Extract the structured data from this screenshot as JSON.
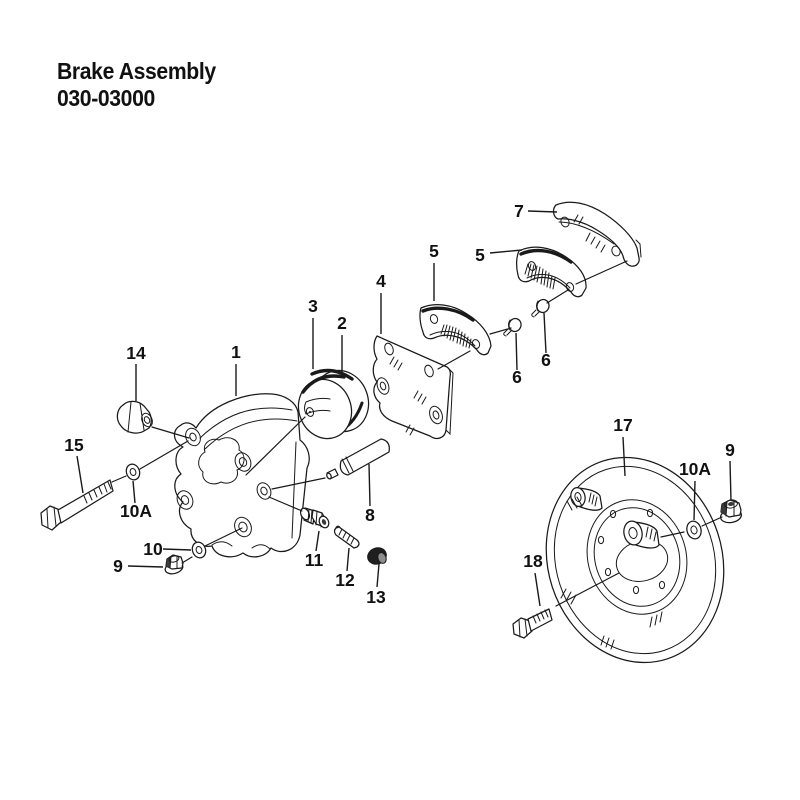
{
  "title": {
    "product": "Brake Assembly",
    "part_number": "030-03000"
  },
  "colors": {
    "background": "#ffffff",
    "line": "#1a1a1a",
    "text": "#111111"
  },
  "diagram": {
    "callouts": [
      {
        "text": "7",
        "part": "pad-backing-plate"
      },
      {
        "text": "5",
        "part": "brake-pad-outer"
      },
      {
        "text": "5",
        "part": "brake-pad-inner"
      },
      {
        "text": "4",
        "part": "mounting-bracket"
      },
      {
        "text": "3",
        "part": "piston-seal"
      },
      {
        "text": "2",
        "part": "piston"
      },
      {
        "text": "1",
        "part": "caliper-body"
      },
      {
        "text": "14",
        "part": "bleeder-valve"
      },
      {
        "text": "6",
        "part": "pad-screw-left"
      },
      {
        "text": "6",
        "part": "pad-screw-right"
      },
      {
        "text": "15",
        "part": "long-hex-bolt"
      },
      {
        "text": "10A",
        "part": "washer-upper-left"
      },
      {
        "text": "10",
        "part": "washer-lower-left"
      },
      {
        "text": "9",
        "part": "flange-nut-left"
      },
      {
        "text": "11",
        "part": "hex-plug"
      },
      {
        "text": "12",
        "part": "ribbed-pin"
      },
      {
        "text": "13",
        "part": "end-cap"
      },
      {
        "text": "8",
        "part": "guide-pin"
      },
      {
        "text": "17",
        "part": "brake-rotor"
      },
      {
        "text": "10A",
        "part": "washer-right"
      },
      {
        "text": "9",
        "part": "flange-nut-right"
      },
      {
        "text": "18",
        "part": "short-hex-bolt"
      }
    ]
  }
}
